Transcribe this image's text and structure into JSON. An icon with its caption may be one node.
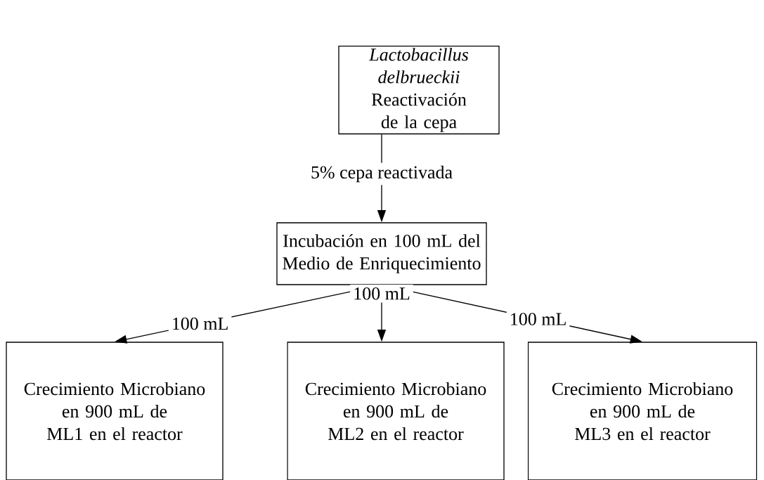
{
  "diagram": {
    "nodes": [
      {
        "text": [
          "Lactobacillus delbrueckii",
          "Reactivación de la cepa"
        ]
      },
      {
        "text": [
          "Incubación en 100 mL del Medio de Enriquecimiento"
        ]
      },
      {
        "text": [
          "Crecimiento Microbiano en 900 mL de ML1 en el reactor"
        ]
      },
      {
        "text": [
          "Crecimiento Microbiano en 900 mL de ML2 en el reactor"
        ]
      },
      {
        "text": [
          "Crecimiento Microbiano en 900 mL de ML3 en el reactor"
        ]
      }
    ],
    "edges": [
      {
        "from": 0,
        "to": 1,
        "arrow": "to",
        "label": "5% cepa reactivada"
      },
      {
        "from": 1,
        "to": 2,
        "arrow": "to",
        "label": "100 mL"
      },
      {
        "from": 1,
        "to": 3,
        "arrow": "to",
        "label": "100 mL"
      },
      {
        "from": 1,
        "to": 4,
        "arrow": "to",
        "label": "100 mL"
      }
    ]
  }
}
